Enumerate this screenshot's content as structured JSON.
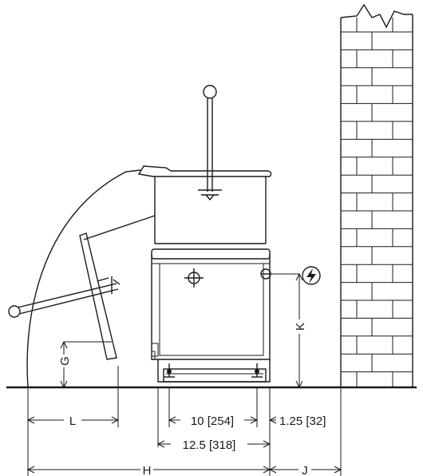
{
  "dimensions": {
    "l": "L",
    "g": "G",
    "k": "K",
    "h": "H",
    "j": "J",
    "leg_span": "10 [254]",
    "base_width": "12.5 [318]",
    "wall_clearance": "1.25 [32]"
  },
  "icons": {
    "electrical": "electrical-connection-icon",
    "drain": "drain-crosshair-icon"
  }
}
